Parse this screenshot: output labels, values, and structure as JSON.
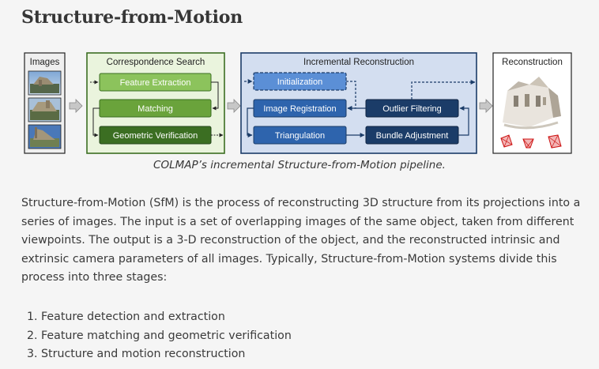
{
  "page": {
    "title": "Structure-from-Motion"
  },
  "figure": {
    "caption": "COLMAP’s incremental Structure-from-Motion pipeline.",
    "images_label": "Images",
    "correspondence": {
      "title": "Correspondence Search",
      "steps": [
        "Feature Extraction",
        "Matching",
        "Geometric Verification"
      ]
    },
    "incremental": {
      "title": "Incremental Reconstruction",
      "initialization": "Initialization",
      "image_registration": "Image Registration",
      "outlier_filtering": "Outlier Filtering",
      "triangulation": "Triangulation",
      "bundle_adjustment": "Bundle Adjustment"
    },
    "reconstruction_label": "Reconstruction",
    "colors": {
      "green_dark": "#3b6e22",
      "green_mid": "#6aa33b",
      "green_light": "#8cc35c",
      "green_panel": "#eaf4dd",
      "blue_dark": "#1b3c68",
      "blue_mid": "#2e64ad",
      "blue_light": "#5b8fd6",
      "blue_panel": "#d3def0"
    }
  },
  "content": {
    "intro": "Structure-from-Motion (SfM) is the process of reconstructing 3D structure from its projections into a series of images. The input is a set of overlapping images of the same object, taken from different viewpoints. The output is a 3-D reconstruction of the object, and the reconstructed intrinsic and extrinsic camera parameters of all images. Typically, Structure-from-Motion systems divide this process into three stages:",
    "stages": [
      "1. Feature detection and extraction",
      "2. Feature matching and geometric verification",
      "3. Structure and motion reconstruction"
    ]
  }
}
